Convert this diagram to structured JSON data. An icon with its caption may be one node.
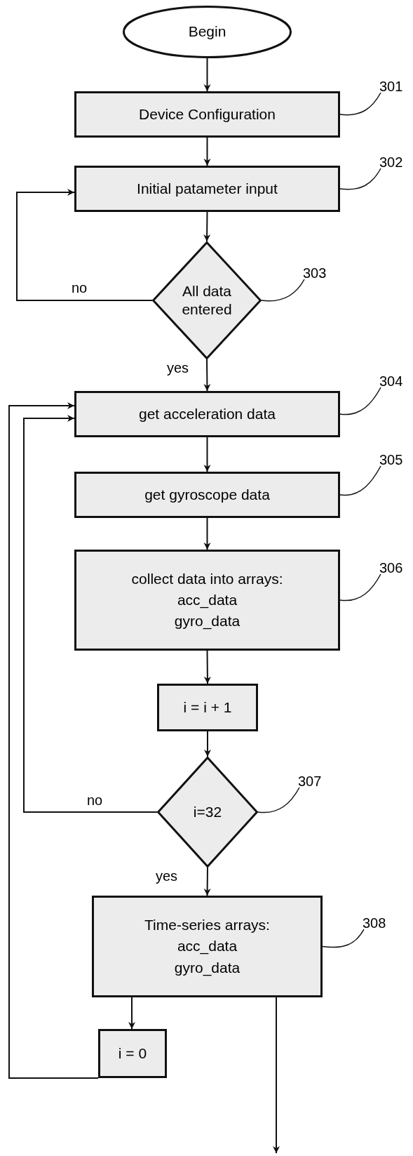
{
  "diagram": {
    "nodes": [
      {
        "text": [
          "Begin"
        ]
      },
      {
        "text": [
          "Device Configuration"
        ]
      },
      {
        "text": [
          "Initial patameter input"
        ]
      },
      {
        "text": [
          "All data entered"
        ]
      },
      {
        "text": [
          "get acceleration data"
        ]
      },
      {
        "text": [
          "get gyroscope data"
        ]
      },
      {
        "text": [
          "collect data into arrays:",
          "acc_data",
          "gyro_data"
        ]
      },
      {
        "text": [
          "i = i + 1"
        ]
      },
      {
        "text": [
          "i=32"
        ]
      },
      {
        "text": [
          "Time-series arrays:",
          "acc_data",
          "gyro_data"
        ]
      },
      {
        "text": [
          "i = 0"
        ]
      },
      {
        "text": [
          "301"
        ]
      },
      {
        "text": [
          "302"
        ]
      },
      {
        "text": [
          "303"
        ]
      },
      {
        "text": [
          "304"
        ]
      },
      {
        "text": [
          "305"
        ]
      },
      {
        "text": [
          "306"
        ]
      },
      {
        "text": [
          "307"
        ]
      },
      {
        "text": [
          "308"
        ]
      }
    ],
    "edges": [
      {
        "from": 0,
        "to": 1,
        "arrow": "to"
      },
      {
        "from": 1,
        "to": 2,
        "arrow": "to"
      },
      {
        "from": 2,
        "to": 3,
        "arrow": "to"
      },
      {
        "from": 3,
        "to": 2,
        "arrow": "to",
        "label": "no"
      },
      {
        "from": 3,
        "to": 4,
        "arrow": "to",
        "label": "yes"
      },
      {
        "from": 4,
        "to": 5,
        "arrow": "to"
      },
      {
        "from": 5,
        "to": 6,
        "arrow": "to"
      },
      {
        "from": 6,
        "to": 7,
        "arrow": "to"
      },
      {
        "from": 7,
        "to": 8,
        "arrow": "to"
      },
      {
        "from": 8,
        "to": 4,
        "arrow": "to",
        "label": "no"
      },
      {
        "from": 8,
        "to": 9,
        "arrow": "to",
        "label": "yes"
      },
      {
        "from": 9,
        "to": 10,
        "arrow": "to"
      },
      {
        "from": 10,
        "to": 4,
        "arrow": "to"
      },
      {
        "from": 9,
        "to": null,
        "arrow": "to"
      },
      {
        "from": 11,
        "to": 1,
        "arrow": "none"
      },
      {
        "from": 12,
        "to": 2,
        "arrow": "none"
      },
      {
        "from": 13,
        "to": 3,
        "arrow": "none"
      },
      {
        "from": 14,
        "to": 4,
        "arrow": "none"
      },
      {
        "from": 15,
        "to": 5,
        "arrow": "none"
      },
      {
        "from": 16,
        "to": 6,
        "arrow": "none"
      },
      {
        "from": 17,
        "to": 8,
        "arrow": "none"
      },
      {
        "from": 18,
        "to": 9,
        "arrow": "none"
      }
    ]
  }
}
